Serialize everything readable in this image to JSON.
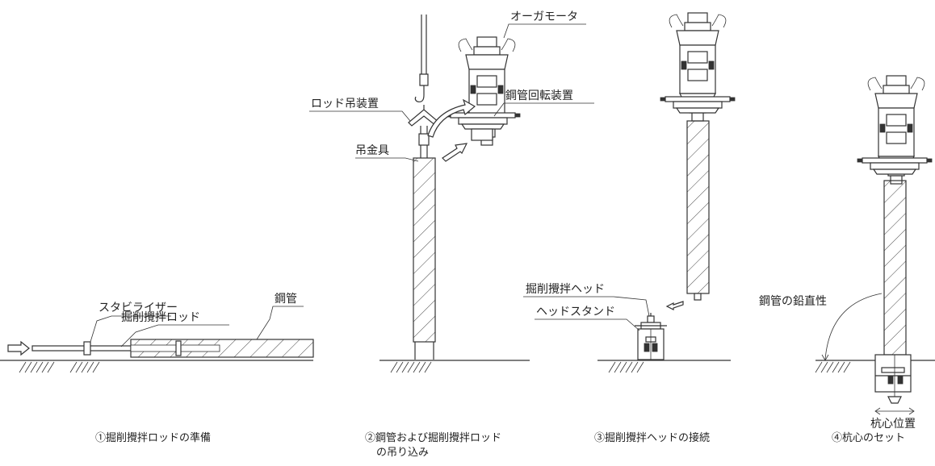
{
  "labels": {
    "stabilizer": "スタビライザー",
    "rod": "掘削攪拌ロッド",
    "steel_pipe": "鋼管",
    "rod_hanger": "ロッド吊装置",
    "hanging_fitting": "吊金具",
    "auger_motor": "オーガモータ",
    "pipe_rotator": "鋼管回転装置",
    "head": "掘削攪拌ヘッド",
    "head_stand": "ヘッドスタンド",
    "verticality": "鋼管の鉛直性",
    "pile_center": "杭心位置"
  },
  "captions": {
    "step1": "①掘削攪拌ロッドの準備",
    "step2_line1": "②鋼管および掘削攪拌ロッド",
    "step2_line2": "の吊り込み",
    "step3": "③掘削攪拌ヘッドの接続",
    "step4": "④杭心のセット"
  }
}
